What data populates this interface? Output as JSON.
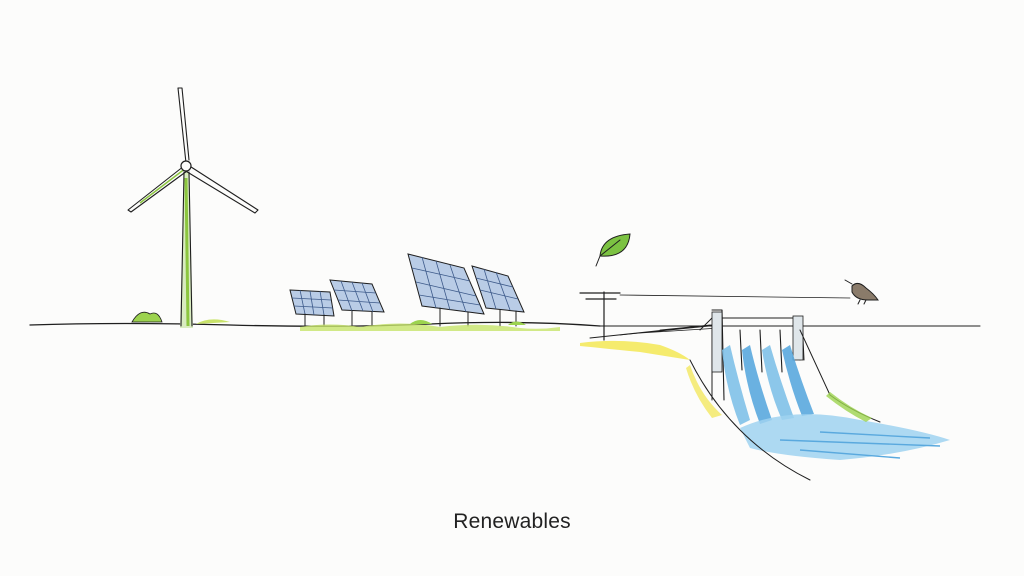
{
  "caption": "Renewables",
  "colors": {
    "background": "#fcfcfb",
    "ink": "#1f1f1f",
    "grass": "#8cc63f",
    "leaf": "#7cc242",
    "sand": "#f2e64a",
    "water": "#5aa9de",
    "panel": "#3d5a8a"
  },
  "icons": [
    "wind-turbine",
    "solar-panel",
    "leaf",
    "power-pole",
    "bird",
    "hydro-dam"
  ]
}
